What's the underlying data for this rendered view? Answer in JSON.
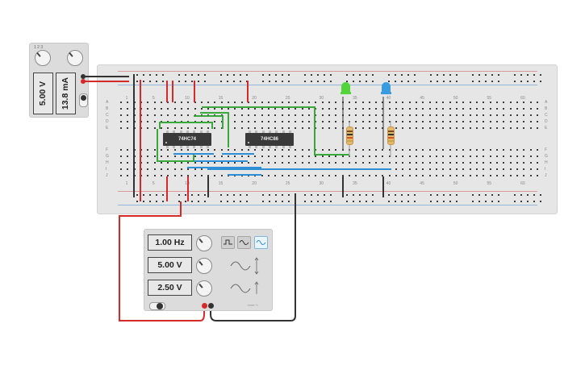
{
  "power_supply": {
    "voltage": "5.00 V",
    "current": "13.8 mA"
  },
  "breadboard": {
    "column_numbers": [
      "1",
      "5",
      "10",
      "15",
      "20",
      "25",
      "30",
      "35",
      "40",
      "45",
      "50",
      "55",
      "60"
    ],
    "row_letters_top": [
      "A",
      "B",
      "C",
      "D",
      "E"
    ],
    "row_letters_bottom": [
      "F",
      "G",
      "H",
      "I",
      "J"
    ]
  },
  "chips": [
    {
      "label": "74HC74"
    },
    {
      "label": "74HC86"
    }
  ],
  "leds": [
    {
      "color": "#52d43a"
    },
    {
      "color": "#3a9be0"
    }
  ],
  "function_generator": {
    "frequency": "1.00 Hz",
    "amplitude": "5.00 V",
    "offset": "2.50 V",
    "waveforms": [
      "square",
      "triangle",
      "sine"
    ],
    "selected_waveform": "sine"
  },
  "colors": {
    "wire_red": "#d42a2a",
    "wire_black": "#333333",
    "wire_green": "#3aa83a",
    "wire_blue": "#2f8fd6"
  }
}
